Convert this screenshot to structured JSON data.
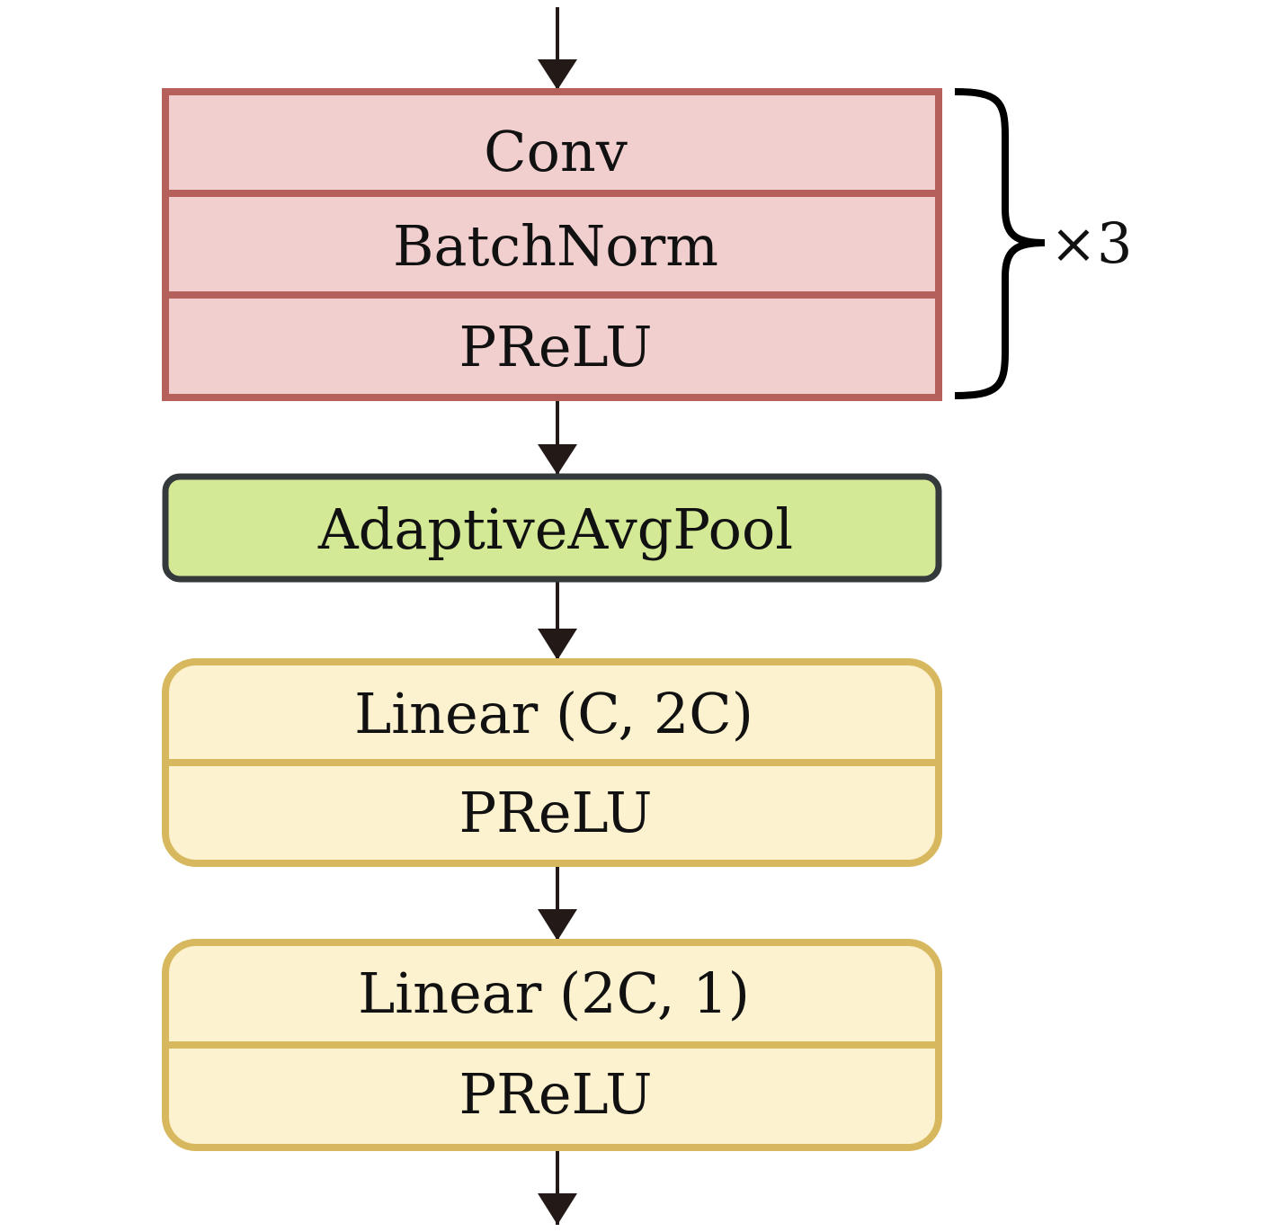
{
  "colors": {
    "conv_fill": "#f2cfcf",
    "conv_border": "#b5605a",
    "pool_fill": "#d4e996",
    "pool_border": "#34393b",
    "linear_fill": "#fdf2cf",
    "linear_border": "#d7b85e",
    "arrow": "#231a18",
    "text": "#111111"
  },
  "conv_block": {
    "layers": [
      "Conv",
      "BatchNorm",
      "PReLU"
    ],
    "repeat_label": "×3"
  },
  "pool_block": {
    "label": "AdaptiveAvgPool"
  },
  "linear_block_1": {
    "layers": [
      "Linear (C, 2C)",
      "PReLU"
    ]
  },
  "linear_block_2": {
    "layers": [
      "Linear (2C, 1)",
      "PReLU"
    ]
  }
}
